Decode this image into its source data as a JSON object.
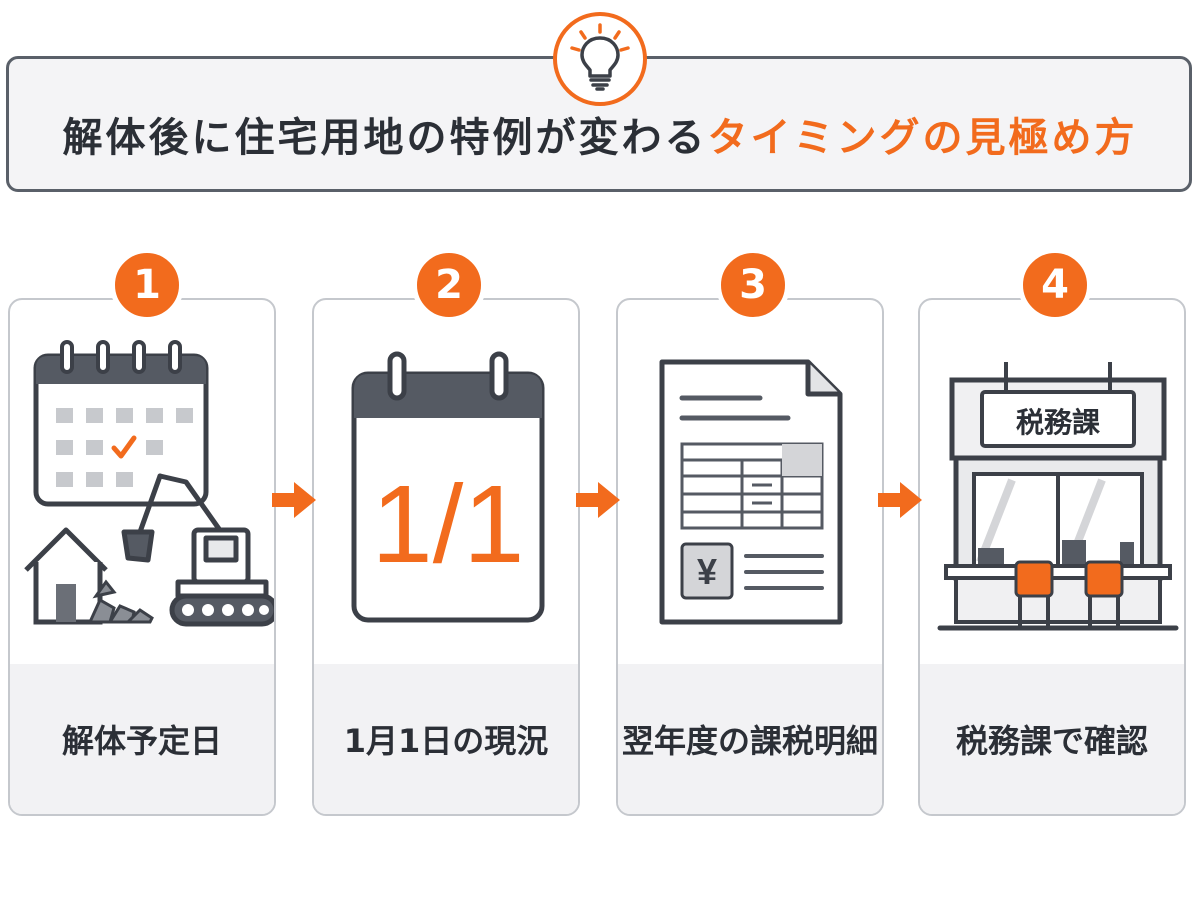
{
  "header": {
    "title_main": "解体後に住宅用地の特例が変わる",
    "title_accent": "タイミングの見極め方",
    "icon": "lightbulb-icon",
    "accent_color": "#f26b1d"
  },
  "steps": [
    {
      "number": "1",
      "label": "解体予定日",
      "icon": "calendar-demolition-icon"
    },
    {
      "number": "2",
      "label": "1月1日の現況",
      "icon": "calendar-jan1-icon",
      "calendar_text": "1/1"
    },
    {
      "number": "3",
      "label": "翌年度の課税明細",
      "icon": "tax-statement-icon",
      "yen_symbol": "¥"
    },
    {
      "number": "4",
      "label": "税務課で確認",
      "icon": "tax-office-icon",
      "sign_text": "税務課"
    }
  ]
}
